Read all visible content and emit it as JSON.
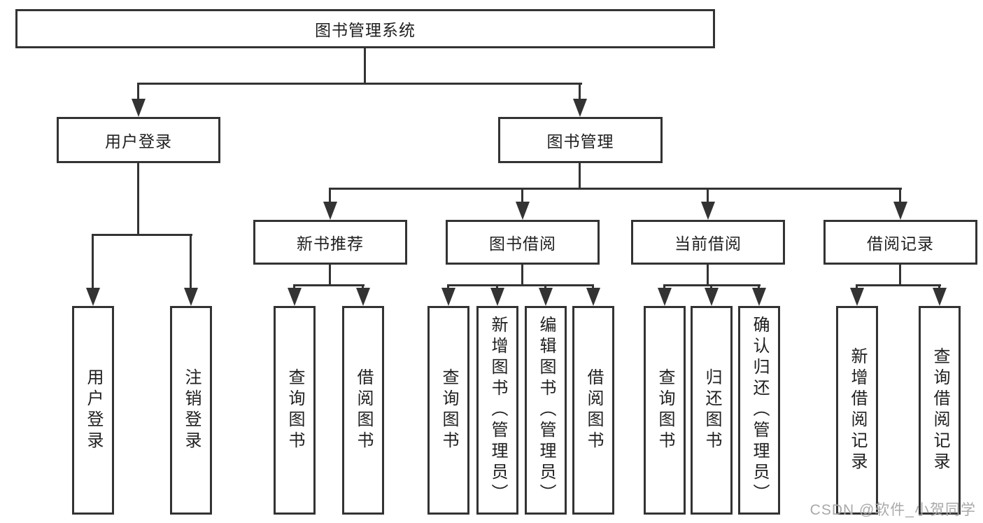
{
  "diagram": {
    "root": {
      "label": "图书管理系统"
    },
    "level2": [
      {
        "label": "用户登录"
      },
      {
        "label": "图书管理"
      }
    ],
    "level3": [
      {
        "label": "新书推荐",
        "parent": "图书管理"
      },
      {
        "label": "图书借阅",
        "parent": "图书管理"
      },
      {
        "label": "当前借阅",
        "parent": "图书管理"
      },
      {
        "label": "借阅记录",
        "parent": "图书管理"
      }
    ],
    "leaves": [
      {
        "label": "用户登录",
        "parent": "用户登录"
      },
      {
        "label": "注销登录",
        "parent": "用户登录"
      },
      {
        "label": "查询图书",
        "parent": "新书推荐"
      },
      {
        "label": "借阅图书",
        "parent": "新书推荐"
      },
      {
        "label": "查询图书",
        "parent": "图书借阅"
      },
      {
        "label": "新增图书（管理员）",
        "parent": "图书借阅"
      },
      {
        "label": "编辑图书（管理员）",
        "parent": "图书借阅"
      },
      {
        "label": "借阅图书",
        "parent": "图书借阅"
      },
      {
        "label": "查询图书",
        "parent": "当前借阅"
      },
      {
        "label": "归还图书",
        "parent": "当前借阅"
      },
      {
        "label": "确认归还（管理员）",
        "parent": "当前借阅"
      },
      {
        "label": "新增借阅记录",
        "parent": "借阅记录"
      },
      {
        "label": "查询借阅记录",
        "parent": "借阅记录"
      }
    ]
  },
  "watermark": {
    "text": "CSDN @软件_小贺同学"
  },
  "colors": {
    "line": "#333333",
    "text": "#1f1f1f",
    "background": "#ffffff",
    "watermark": "#a9a9a9"
  }
}
